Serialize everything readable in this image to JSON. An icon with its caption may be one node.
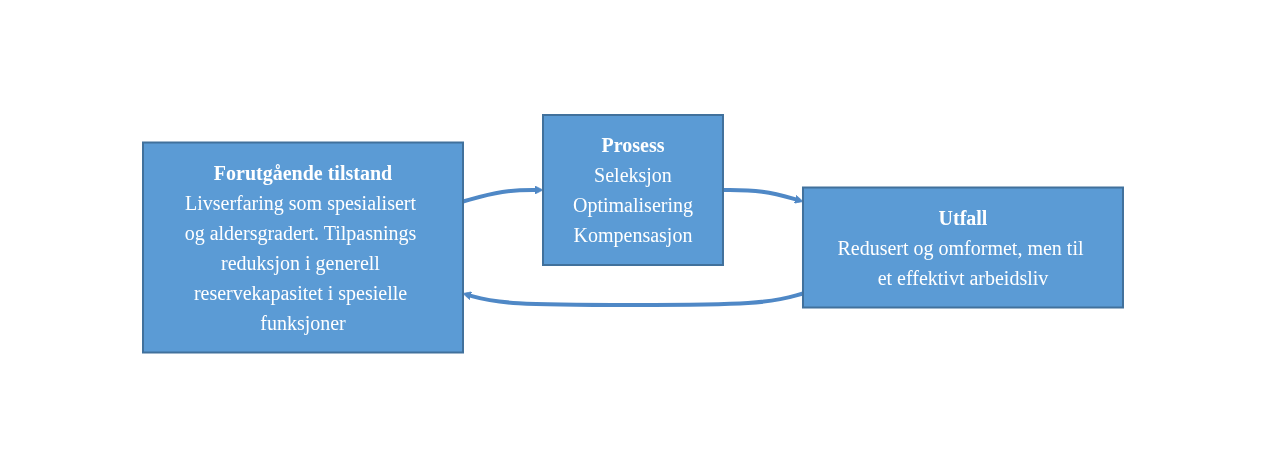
{
  "diagram": {
    "nodes": [
      {
        "text": [
          "Forutgående tilstand",
          "Livserfaring som spesialisert og aldersgradert. Tilpasnings reduksjon i generell reservekapasitet i spesielle funksjoner"
        ]
      },
      {
        "text": [
          "Prosess",
          "Seleksjon",
          "Optimalisering",
          "Kompensasjon"
        ]
      },
      {
        "text": [
          "Utfall",
          "Redusert og omformet, men til et effektivt arbeidsliv"
        ]
      }
    ],
    "edges": [
      {
        "from": 0,
        "to": 1,
        "arrow": "to"
      },
      {
        "from": 1,
        "to": 2,
        "arrow": "to"
      },
      {
        "from": 2,
        "to": 0,
        "arrow": "to"
      }
    ]
  }
}
